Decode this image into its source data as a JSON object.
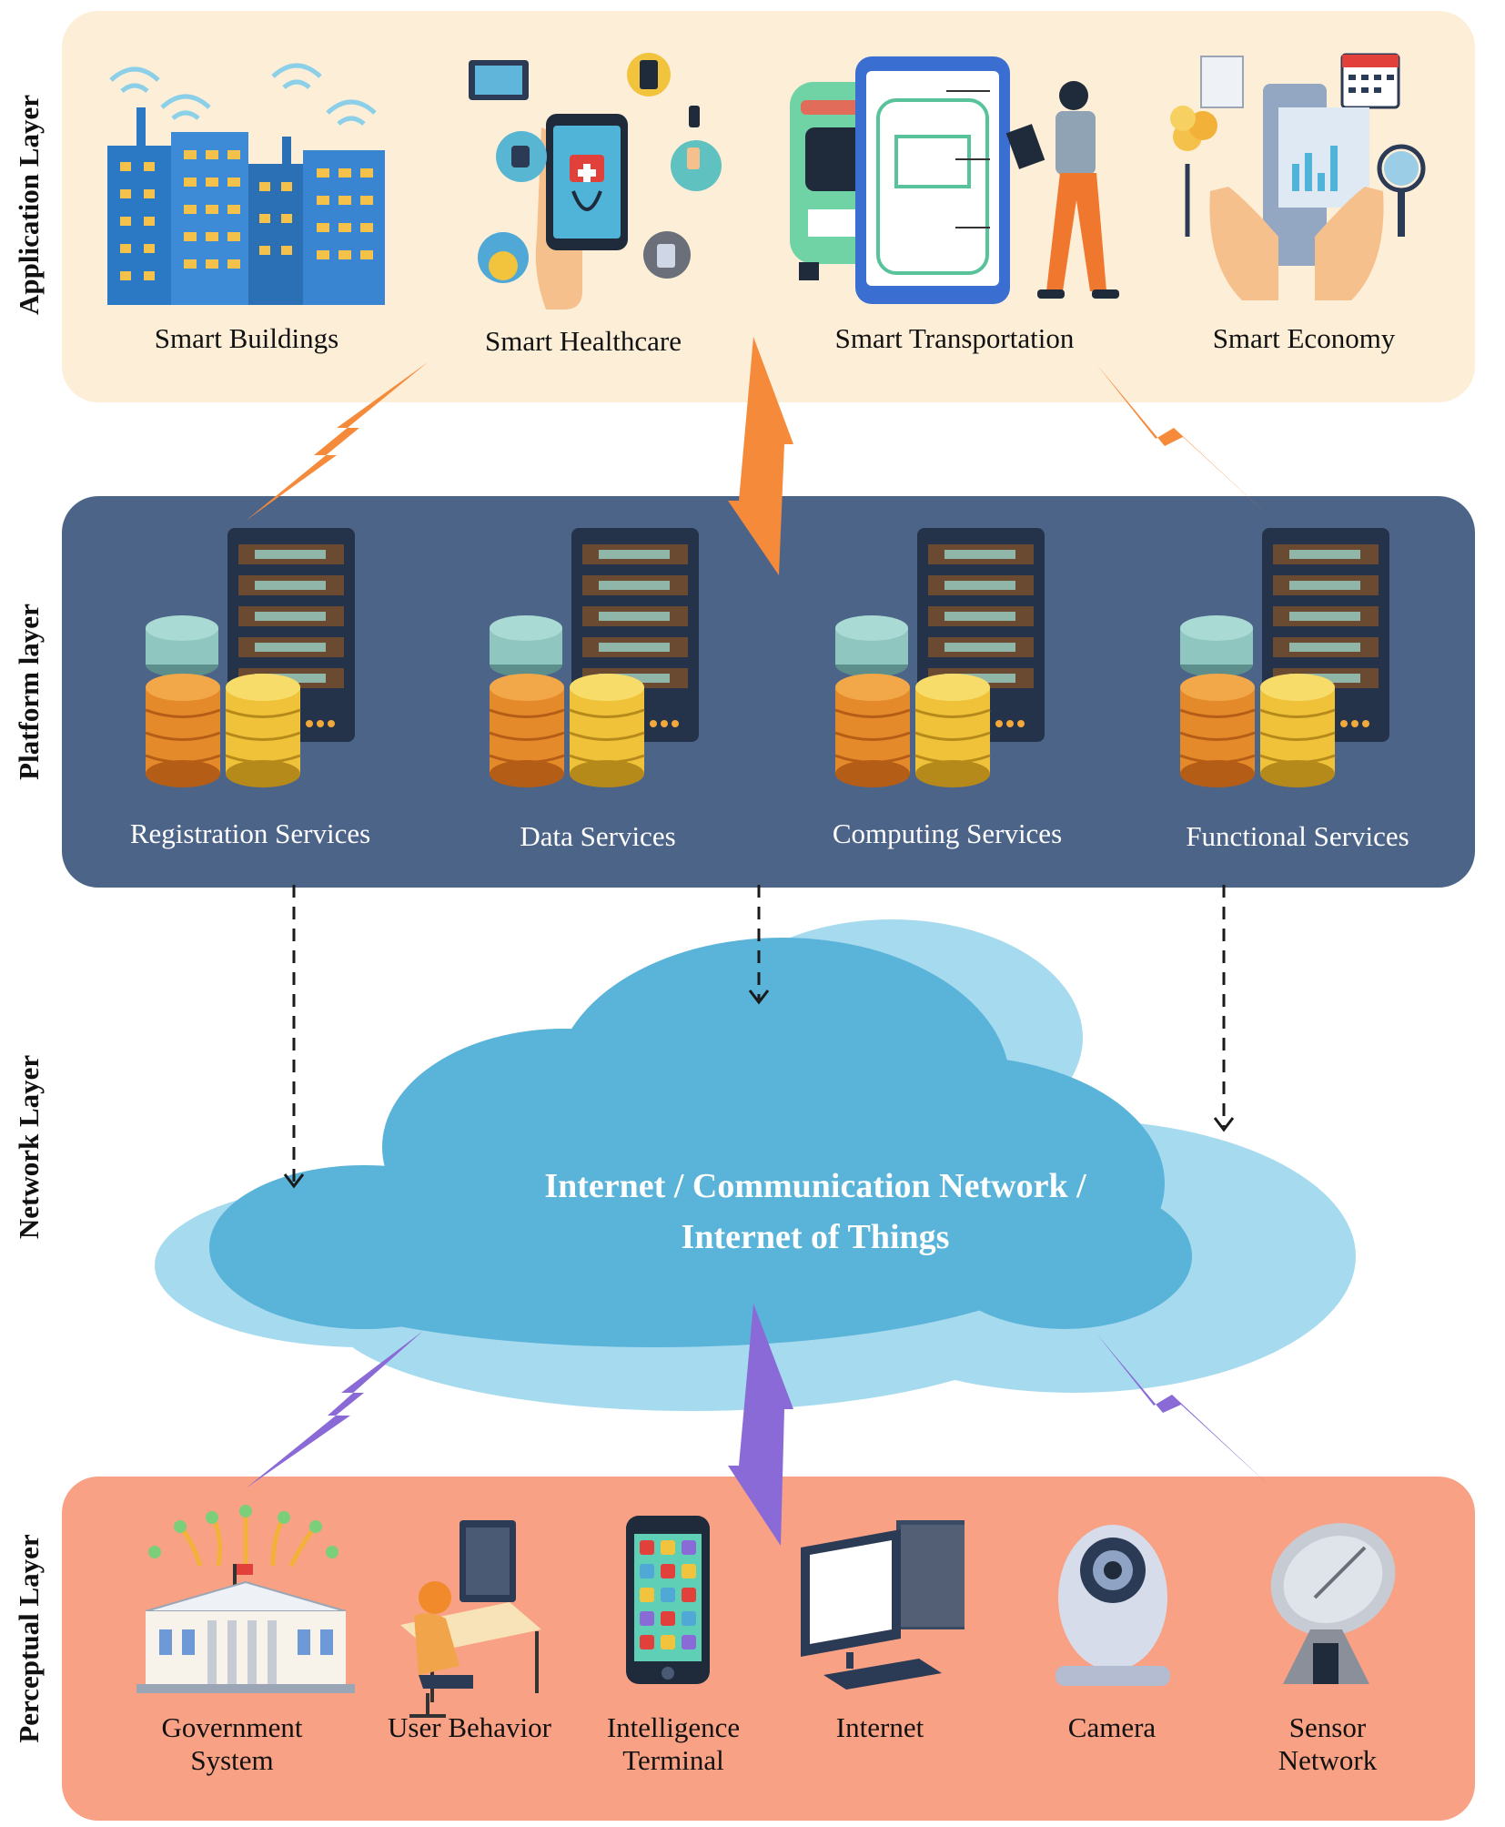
{
  "layers": {
    "application": {
      "title": "Application Layer",
      "items": [
        {
          "label": "Smart Buildings",
          "icon": "smart-buildings-icon"
        },
        {
          "label": "Smart Healthcare",
          "icon": "smart-healthcare-icon"
        },
        {
          "label": "Smart Transportation",
          "icon": "smart-transportation-icon"
        },
        {
          "label": "Smart Economy",
          "icon": "smart-economy-icon"
        }
      ]
    },
    "platform": {
      "title": "Platform layer",
      "items": [
        {
          "label": "Registration Services",
          "icon": "server-database-icon"
        },
        {
          "label": "Data Services",
          "icon": "server-database-icon"
        },
        {
          "label": "Computing Services",
          "icon": "server-database-icon"
        },
        {
          "label": "Functional Services",
          "icon": "server-database-icon"
        }
      ]
    },
    "network": {
      "title": "Network Layer",
      "cloud_line1": "Internet / Communication Network /",
      "cloud_line2": "Internet of Things"
    },
    "perceptual": {
      "title": "Perceptual Layer",
      "items": [
        {
          "label1": "Government",
          "label2": "System",
          "icon": "government-building-icon"
        },
        {
          "label1": "User Behavior",
          "label2": "",
          "icon": "user-at-desk-icon"
        },
        {
          "label1": "Intelligence",
          "label2": "Terminal",
          "icon": "smartphone-icon"
        },
        {
          "label1": "Internet",
          "label2": "",
          "icon": "desktop-computer-icon"
        },
        {
          "label1": "Camera",
          "label2": "",
          "icon": "security-camera-icon"
        },
        {
          "label1": "Sensor",
          "label2": "Network",
          "icon": "satellite-dish-icon"
        }
      ]
    }
  },
  "colors": {
    "application_bg": "#fdeed8",
    "platform_bg": "#4d6489",
    "perceptual_bg": "#f8a184",
    "cloud": "#5ab3d8",
    "lightning_top": "#f58a3a",
    "lightning_bottom": "#8a6ad6"
  }
}
